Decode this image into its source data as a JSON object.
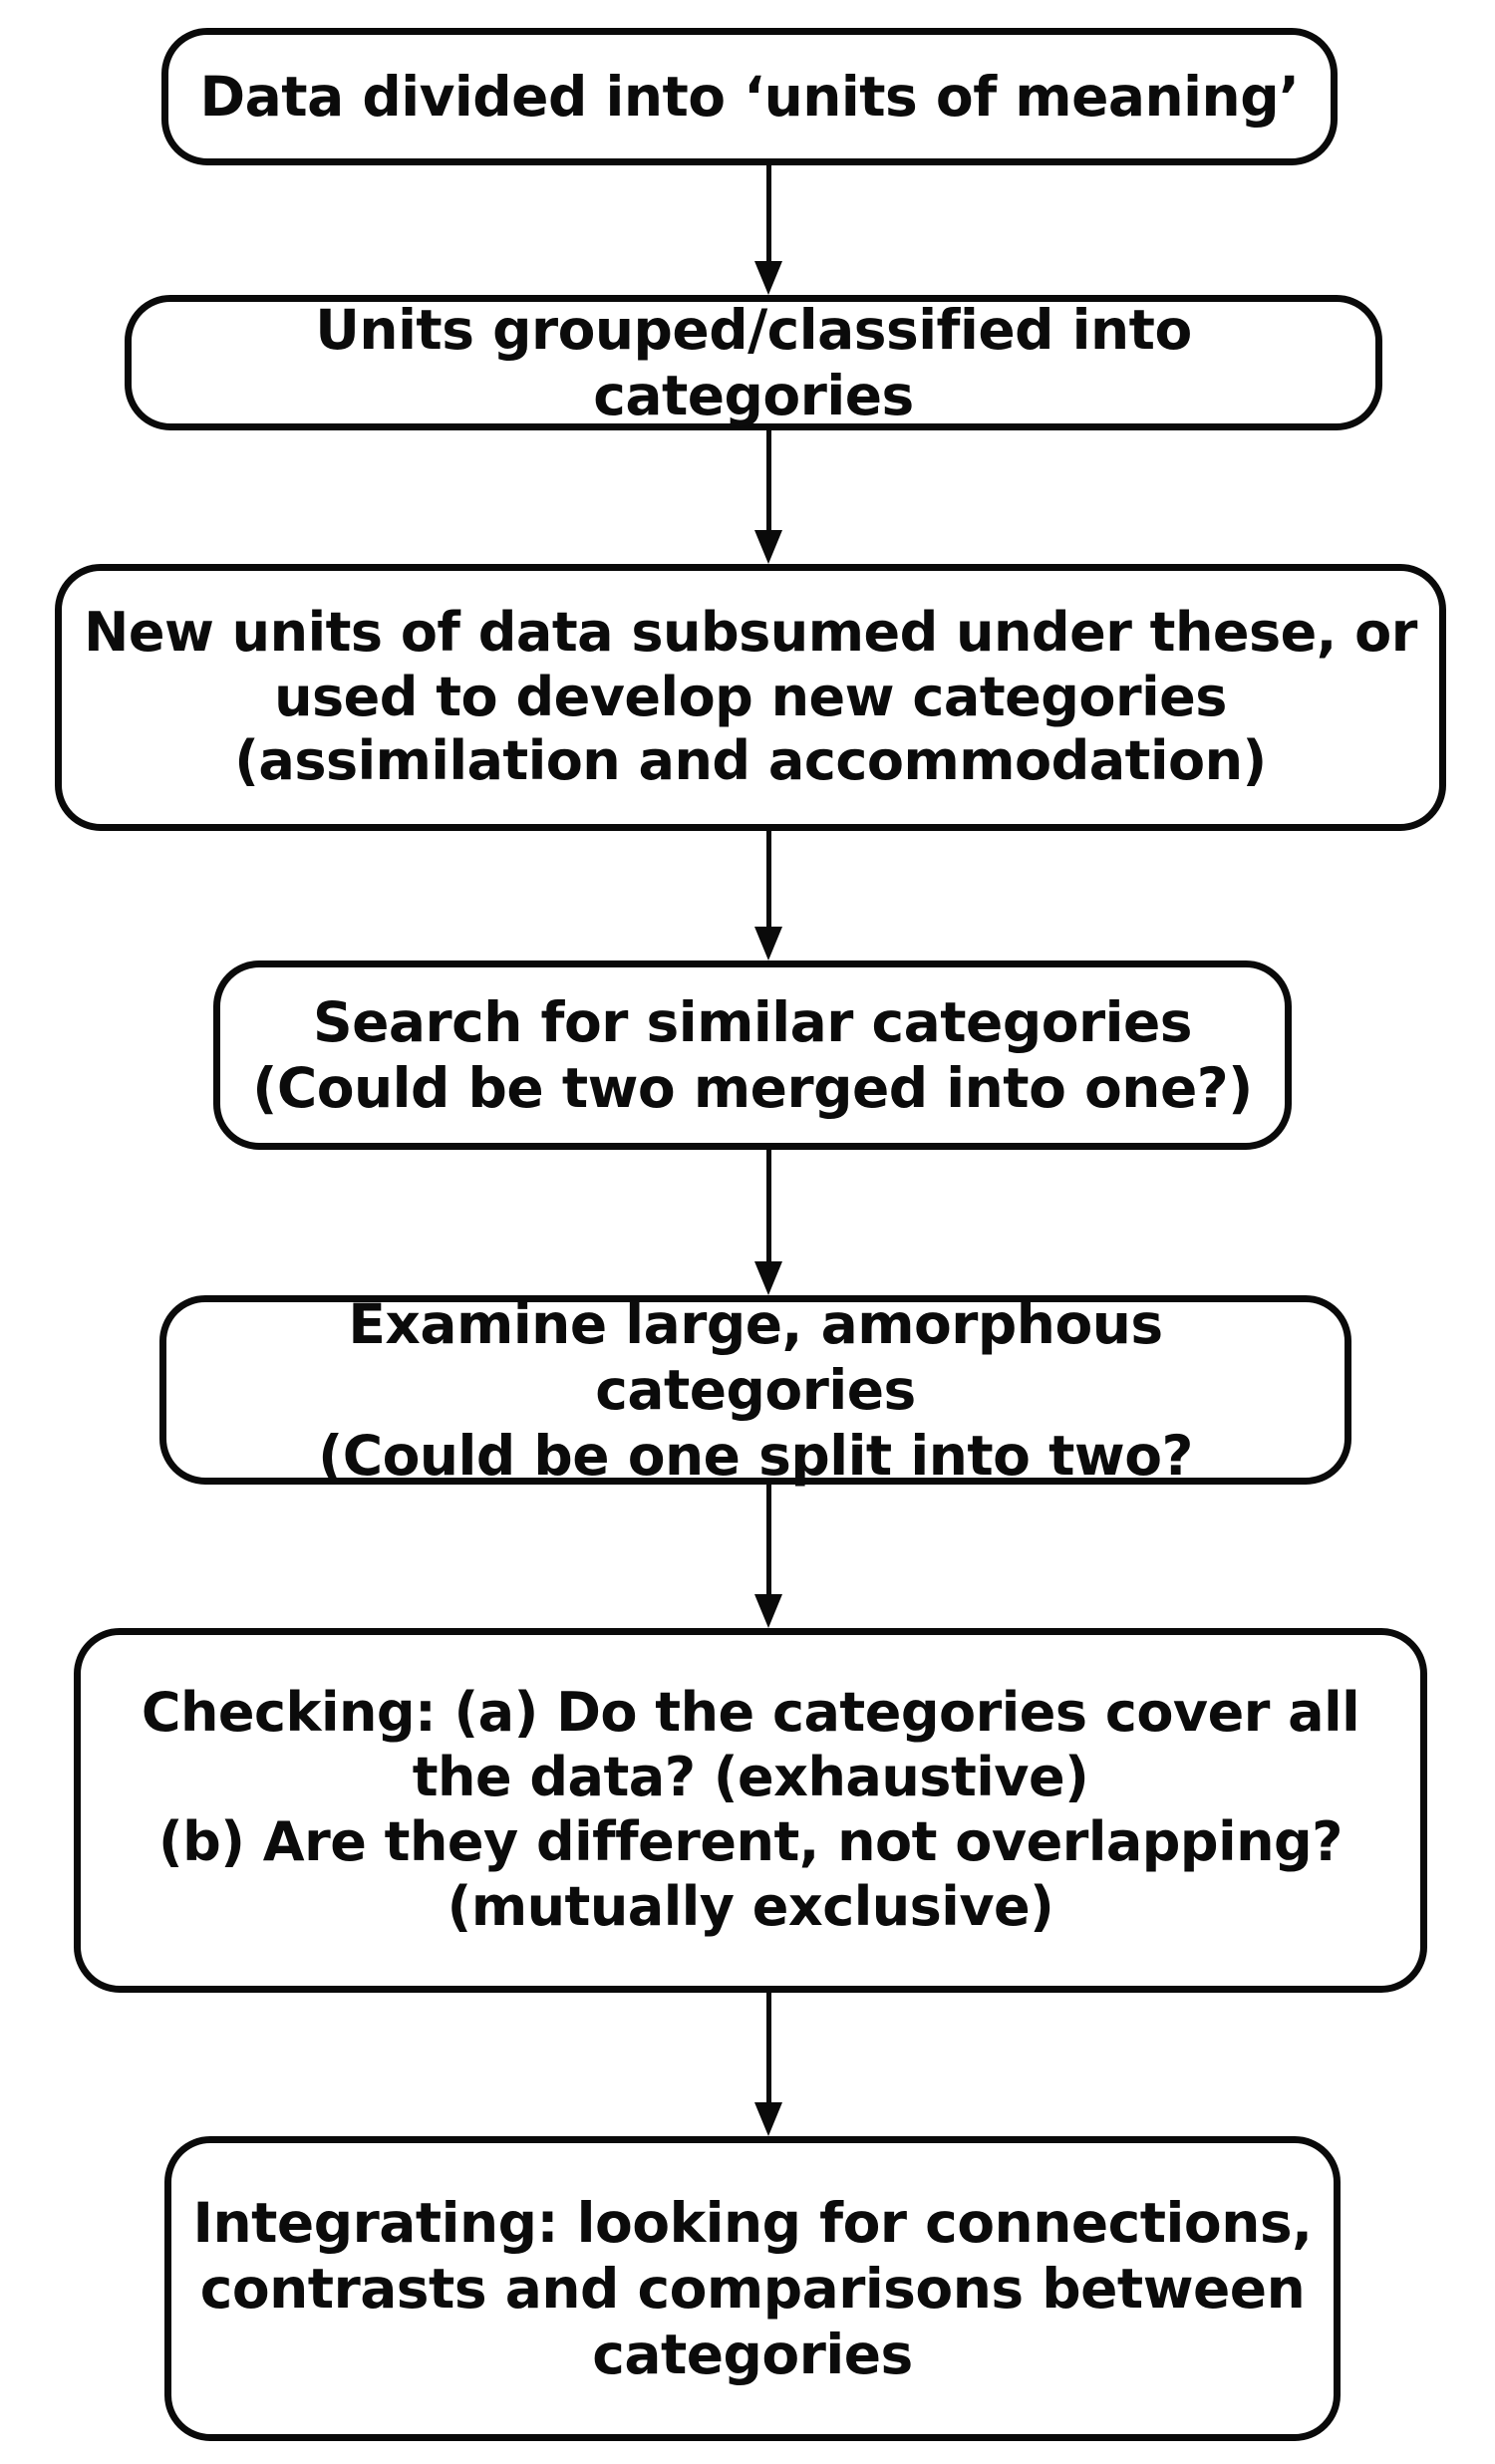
{
  "diagram": {
    "type": "flowchart",
    "orientation": "vertical-top-to-bottom",
    "node_shape": "rounded-rectangle",
    "colors": {
      "stroke": "#0a0a0a",
      "fill": "#ffffff",
      "text": "#0b0b0b"
    },
    "nodes": [
      {
        "id": "node-1",
        "index": 1,
        "text": "Data divided into ‘units of meaning’",
        "lines": [
          "Data divided into ‘units of meaning’"
        ]
      },
      {
        "id": "node-2",
        "index": 2,
        "text": "Units grouped/classified into categories",
        "lines": [
          "Units grouped/classified into categories"
        ]
      },
      {
        "id": "node-3",
        "index": 3,
        "text": "New units of data subsumed under these, or\nused to develop new categories\n(assimilation and accommodation)",
        "lines": [
          "New units of data subsumed under these, or",
          "used to develop new categories",
          "(assimilation and accommodation)"
        ]
      },
      {
        "id": "node-4",
        "index": 4,
        "text": "Search for similar categories\n(Could be two merged into one?)",
        "lines": [
          "Search for similar categories",
          "(Could be two merged into one?)"
        ]
      },
      {
        "id": "node-5",
        "index": 5,
        "text": "Examine large, amorphous categories\n(Could be one split into two?",
        "lines": [
          "Examine large, amorphous categories",
          "(Could be one split into two?"
        ]
      },
      {
        "id": "node-6",
        "index": 6,
        "text": "Checking: (a) Do the categories cover all\nthe data? (exhaustive)\n(b) Are they different, not overlapping?\n(mutually exclusive)",
        "lines": [
          "Checking: (a) Do the categories cover all",
          "the data? (exhaustive)",
          "(b) Are they different, not overlapping?",
          "(mutually exclusive)"
        ]
      },
      {
        "id": "node-7",
        "index": 7,
        "text": "Integrating: looking for connections,\ncontrasts and comparisons between\ncategories",
        "lines": [
          "Integrating: looking for connections,",
          "contrasts and comparisons between",
          "categories"
        ]
      }
    ],
    "connectors": [
      {
        "id": "arrow-1",
        "from": "node-1",
        "to": "node-2",
        "icon": "down-arrow-icon"
      },
      {
        "id": "arrow-2",
        "from": "node-2",
        "to": "node-3",
        "icon": "down-arrow-icon"
      },
      {
        "id": "arrow-3",
        "from": "node-3",
        "to": "node-4",
        "icon": "down-arrow-icon"
      },
      {
        "id": "arrow-4",
        "from": "node-4",
        "to": "node-5",
        "icon": "down-arrow-icon"
      },
      {
        "id": "arrow-5",
        "from": "node-5",
        "to": "node-6",
        "icon": "down-arrow-icon"
      },
      {
        "id": "arrow-6",
        "from": "node-6",
        "to": "node-7",
        "icon": "down-arrow-icon"
      }
    ]
  }
}
